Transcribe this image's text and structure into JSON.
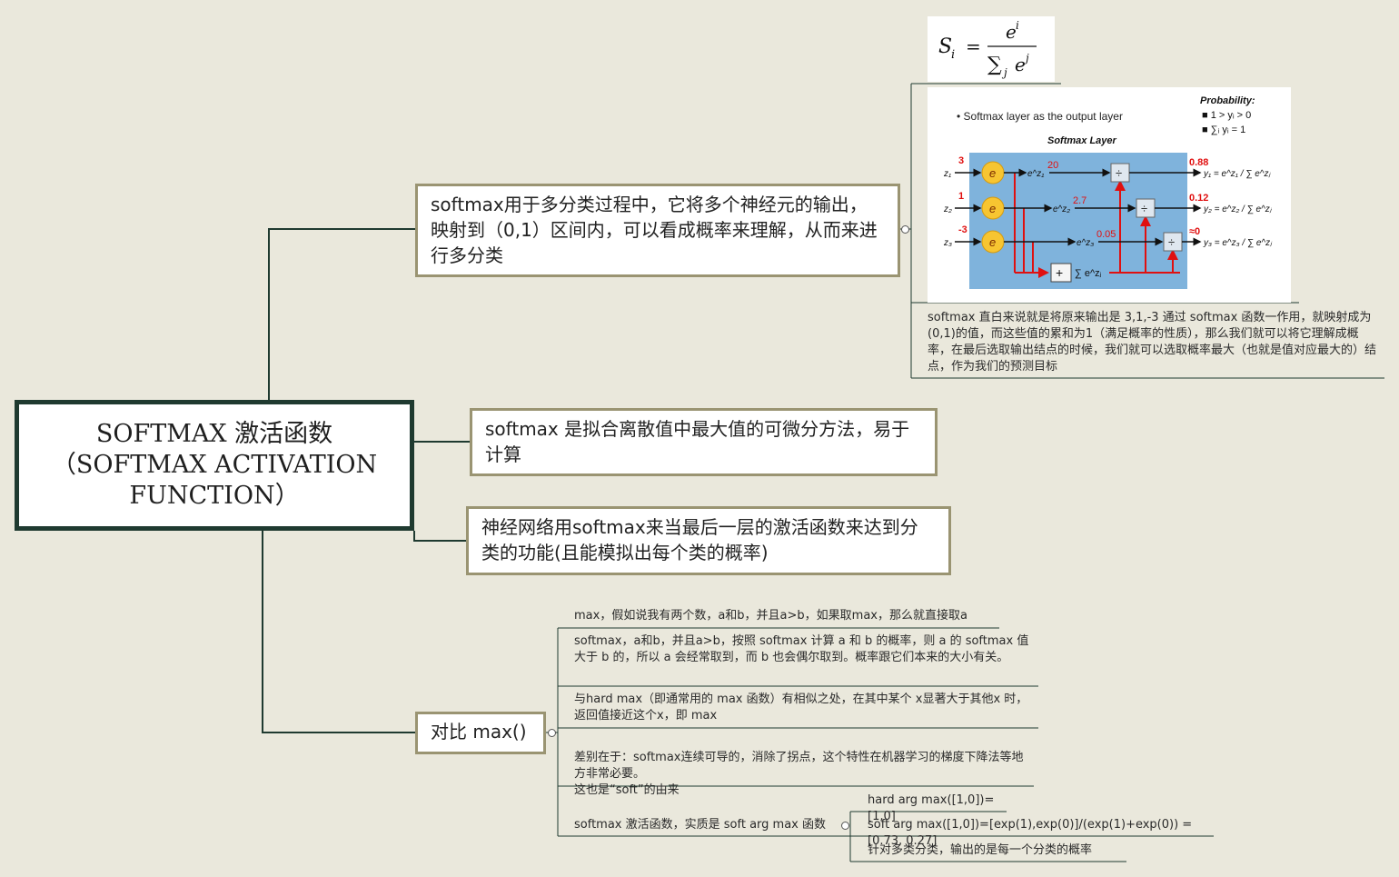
{
  "root": {
    "line1": "SOFTMAX 激活函数",
    "line2": "（SOFTMAX ACTIVATION",
    "line3": "FUNCTION）"
  },
  "topic1": {
    "text": "softmax用于多分类过程中，它将多个神经元的输出，映射到（0,1）区间内，可以看成概率来理解，从而来进行多分类",
    "detail": "softmax 直白来说就是将原来输出是 3,1,-3 通过 softmax 函数一作用，就映射成为(0,1)的值，而这些值的累和为1（满足概率的性质），那么我们就可以将它理解成概率，在最后选取输出结点的时候，我们就可以选取概率最大（也就是值对应最大的）结点，作为我们的预测目标"
  },
  "topic2": {
    "text": "softmax 是拟合离散值中最大值的可微分方法，易于计算"
  },
  "topic3": {
    "text": "神经网络用softmax来当最后一层的激活函数来达到分类的功能(且能模拟出每个类的概率)"
  },
  "topic4": {
    "text": "对比 max()",
    "items": [
      "max，假如说我有两个数，a和b，并且a>b，如果取max，那么就直接取a",
      "softmax，a和b，并且a>b，按照 softmax 计算 a 和 b 的概率，则 a 的 softmax 值大于 b 的，所以 a 会经常取到，而 b 也会偶尔取到。概率跟它们本来的大小有关。",
      "与hard max（即通常用的 max 函数）有相似之处，在其中某个 x显著大于其他x 时，返回值接近这个x，即 max",
      "差别在于：softmax连续可导的，消除了拐点，这个特性在机器学习的梯度下降法等地方非常必要。\n这也是“soft”的由来",
      "softmax 激活函数，实质是 soft arg max 函数"
    ],
    "sub_items": [
      "hard arg max([1,0])=[1,0]",
      "soft arg max([1,0])=[exp(1),exp(0)]/(exp(1)+exp(0)) = [0.73, 0.27]",
      "针对多类分类，输出的是每一个分类的概率"
    ]
  },
  "formula": {
    "s": "S",
    "i": "i",
    "eq": "=",
    "num": "e",
    "num_sup": "i",
    "den": "∑",
    "den_sub": "j",
    "den_e": "e",
    "den_sup": "j"
  },
  "figure": {
    "bullet": "• Softmax layer as the output layer",
    "prob_title": "Probability:",
    "prob1": "■ 1 > yᵢ > 0",
    "prob2": "■ ∑ᵢ yᵢ = 1",
    "layer_title": "Softmax Layer",
    "inputs": [
      "3",
      "1",
      "-3"
    ],
    "z_labels": [
      "z₁",
      "z₂",
      "z₃"
    ],
    "exp_labels": [
      "e^z₁",
      "e^z₂",
      "e^z₃"
    ],
    "exp_values": [
      "20",
      "2.7",
      "0.05"
    ],
    "outputs": [
      "0.88",
      "0.12",
      "≈0"
    ],
    "y_labels": [
      "y₁ = e^z₁ / ∑ e^zⱼ",
      "y₂ = e^z₂ / ∑ e^zⱼ",
      "y₃ = e^z₃ / ∑ e^zⱼ"
    ],
    "node_label": "e",
    "div_symbol": "÷",
    "sum_symbol": "+",
    "sum_label": "∑ e^zⱼ"
  }
}
